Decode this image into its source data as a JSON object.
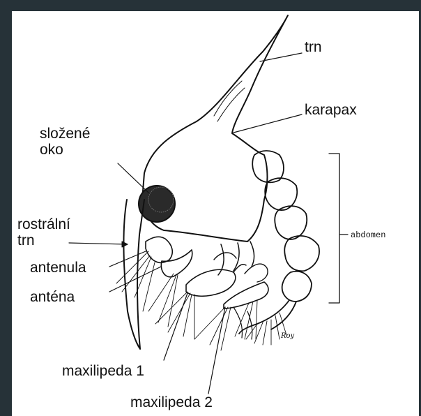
{
  "colors": {
    "page_border": "#263238",
    "canvas": "#ffffff",
    "ink": "#111111"
  },
  "labels": {
    "trn": "trn",
    "karapax": "karapax",
    "slozene_oko": "složené\noko",
    "rostralni_trn": "rostrální\ntrn",
    "antenula": "antenula",
    "antena": "anténa",
    "maxilipeda_1": "maxilipeda 1",
    "maxilipeda_2": "maxilipeda 2",
    "abdomen": "abdomen"
  },
  "artist_signature": "Roy"
}
